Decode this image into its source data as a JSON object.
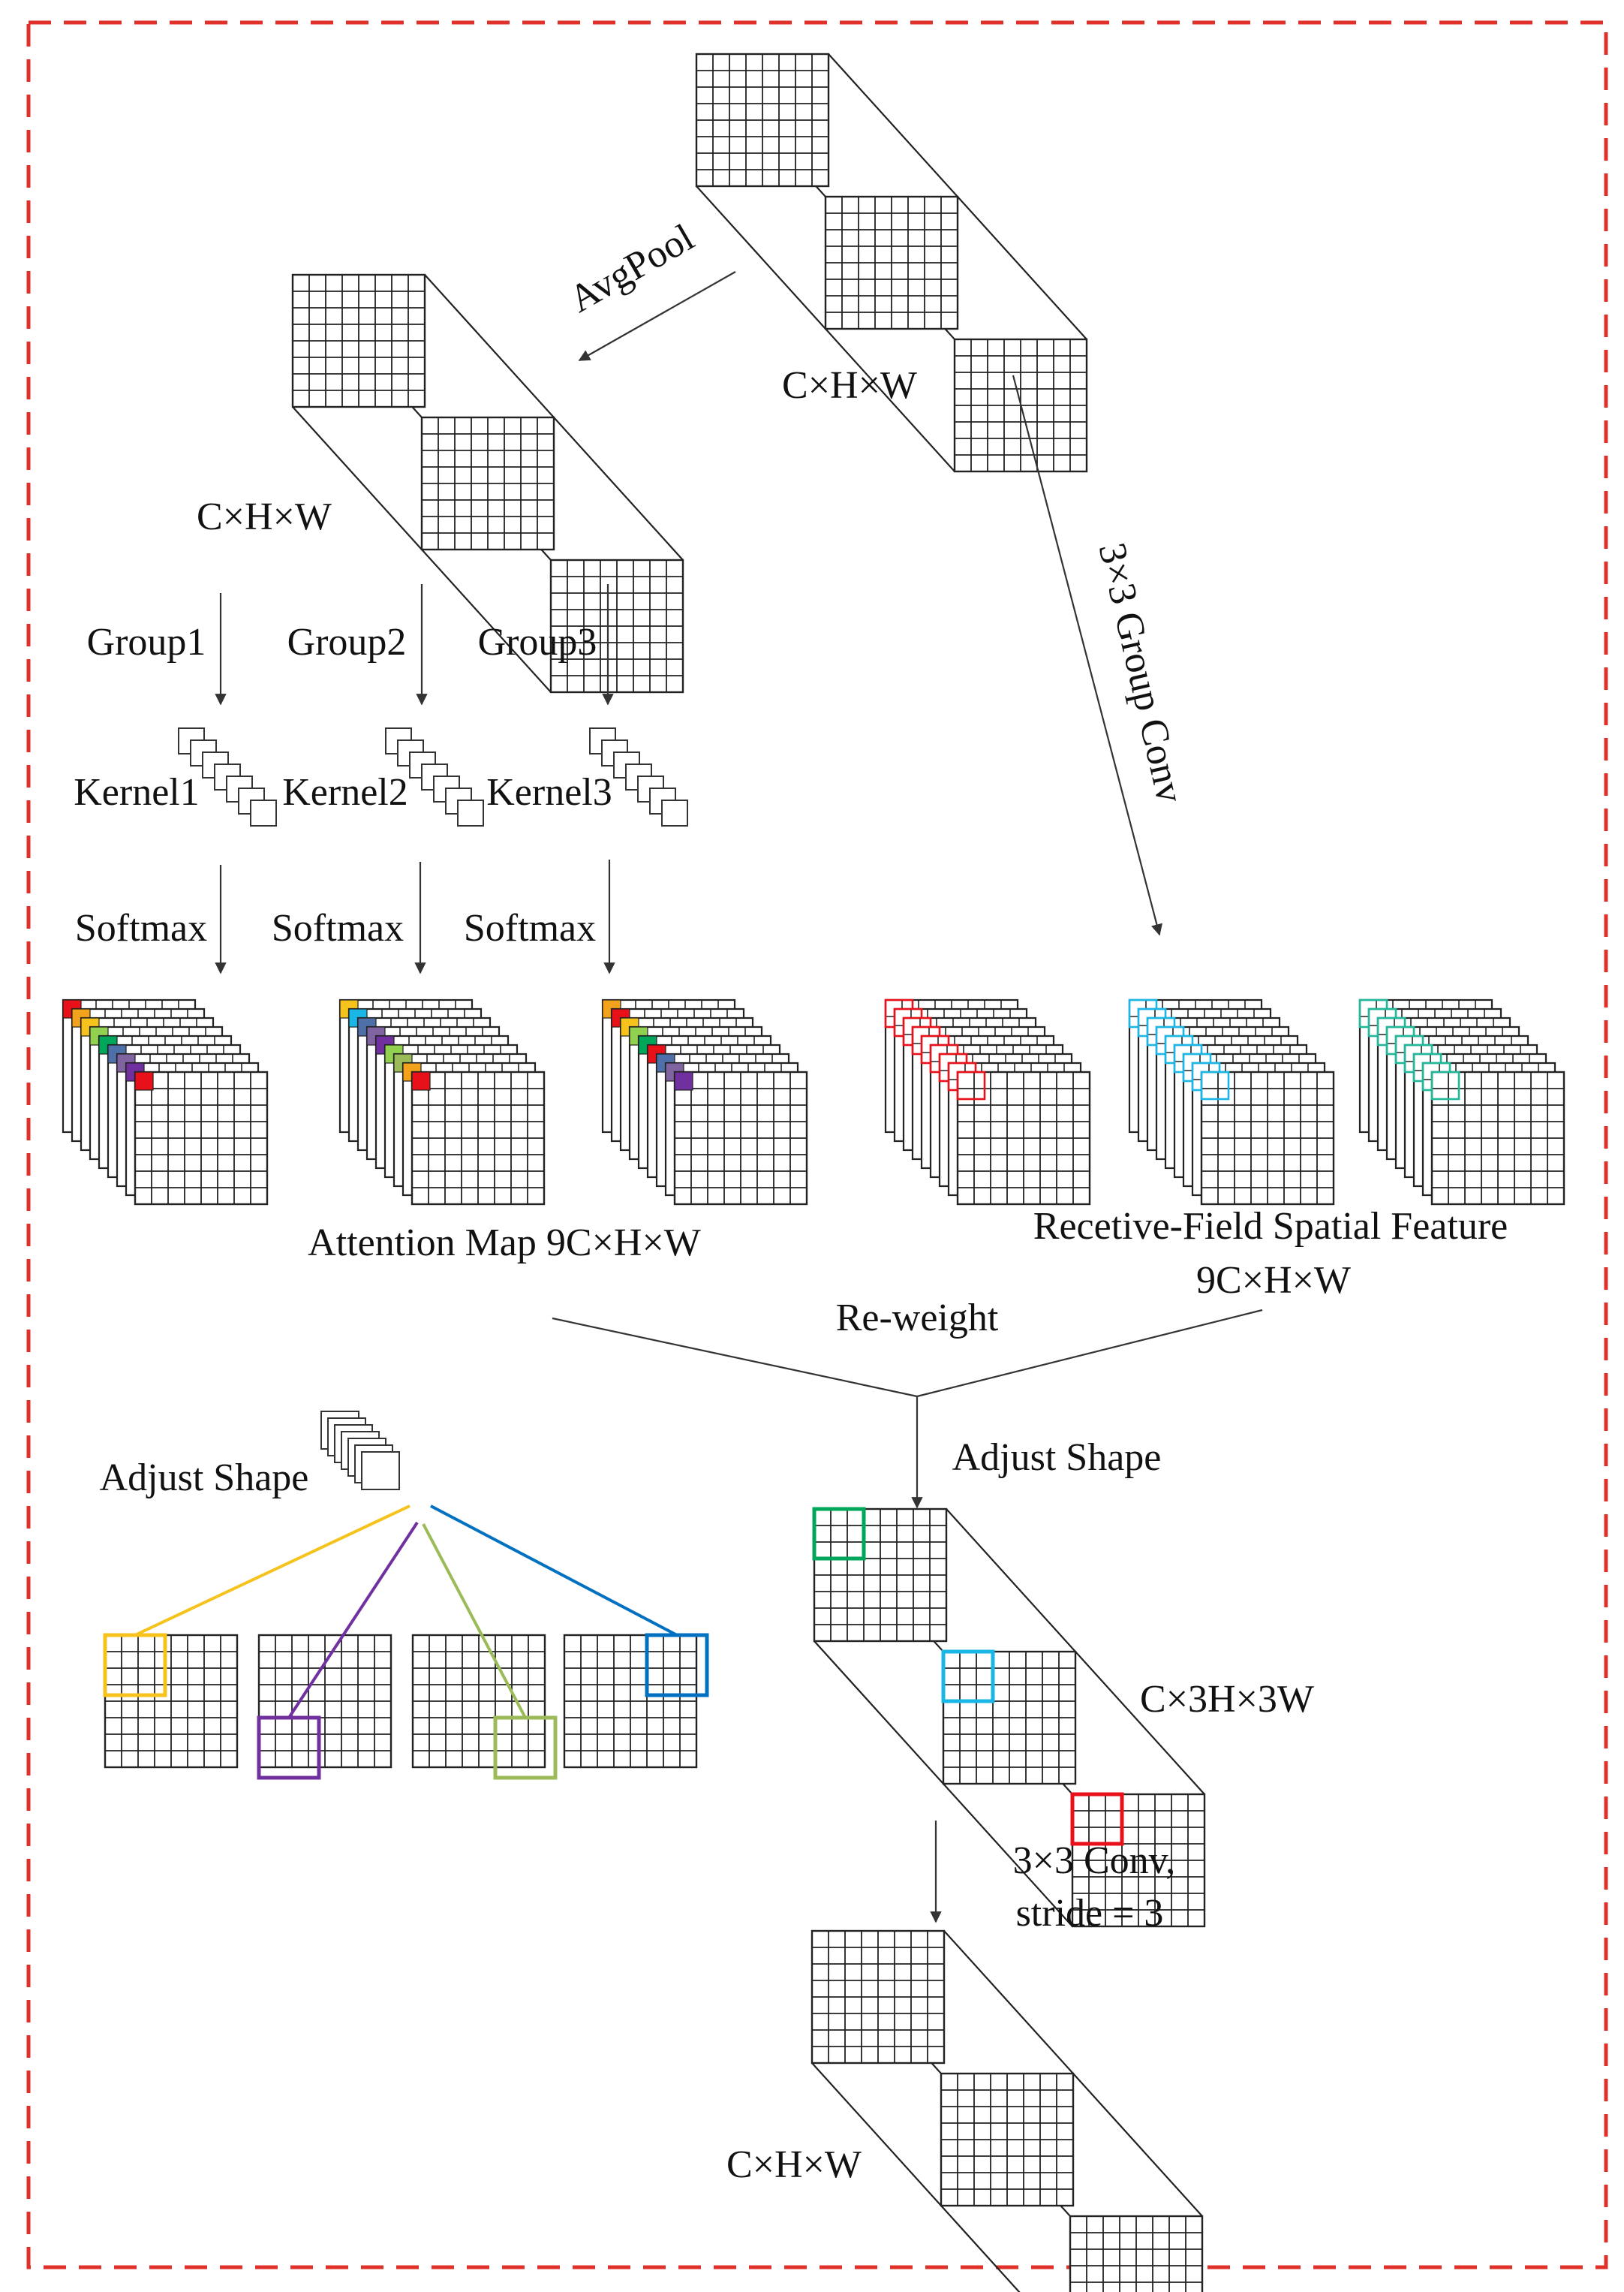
{
  "labels": {
    "input_shape": "C×H×W",
    "avgpool": "AvgPool",
    "pooled_shape": "C×H×W",
    "group_conv": "3×3 Group Conv",
    "group1": "Group1",
    "group2": "Group2",
    "group3": "Group3",
    "kernel1": "Kernel1",
    "kernel2": "Kernel2",
    "kernel3": "Kernel3",
    "softmax1": "Softmax",
    "softmax2": "Softmax",
    "softmax3": "Softmax",
    "attention_map": "Attention Map 9C×H×W",
    "rf_feature_line1": "Recetive-Field Spatial Feature",
    "rf_feature_line2": "9C×H×W",
    "reweight": "Re-weight",
    "adjust_shape_left": "Adjust Shape",
    "adjust_shape_right": "Adjust Shape",
    "expanded_shape": "C×3H×3W",
    "conv_line1": "3×3 Conv,",
    "conv_line2": "stride = 3",
    "output_shape": "C×H×W"
  },
  "colors": {
    "border": "#e0302a",
    "line": "#333333",
    "yellow": "#f6c21c",
    "purple": "#7030a0",
    "olive": "#9bbb59",
    "blue": "#0070c0",
    "green": "#00a65a",
    "cyan": "#19b6e6",
    "red": "#e8111a",
    "teal": "#1fb89a",
    "orange": "#f2a31b",
    "lime": "#92d050",
    "slate": "#4f6fa8",
    "violet": "#8064a2"
  }
}
